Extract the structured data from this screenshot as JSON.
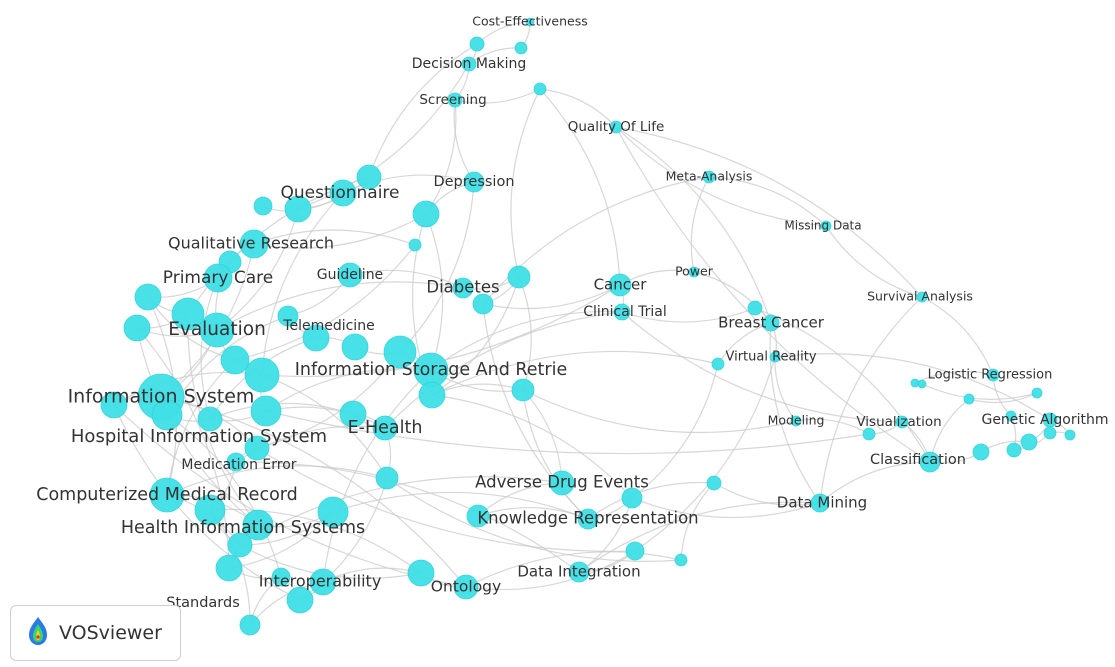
{
  "diagram": {
    "type": "keyword-co-occurrence-network",
    "node_color": "#3fe0e6",
    "edge_color": "#c9c9c9",
    "terms": [
      "Cost-Effectiveness",
      "Decision Making",
      "Screening",
      "Quality Of Life",
      "Meta-Analysis",
      "Missing Data",
      "Power",
      "Survival Analysis",
      "Cancer",
      "Clinical Trial",
      "Breast Cancer",
      "Virtual Reality",
      "Logistic Regression",
      "Modeling",
      "Visualization",
      "Genetic Algorithm",
      "Classification",
      "Data Mining",
      "Questionnaire",
      "Depression",
      "Qualitative Research",
      "Primary Care",
      "Guideline",
      "Diabetes",
      "Telemedicine",
      "Evaluation",
      "Information Storage And Retrie",
      "Information System",
      "E-Health",
      "Hospital Information System",
      "Medication Error",
      "Computerized Medical Record",
      "Adverse Drug Events",
      "Knowledge Representation",
      "Health Information Systems",
      "Data Integration",
      "Interoperability",
      "Ontology",
      "Standards"
    ]
  },
  "watermark": {
    "text": "VOSviewer",
    "logo_icon": "vosviewer-logo-icon"
  }
}
